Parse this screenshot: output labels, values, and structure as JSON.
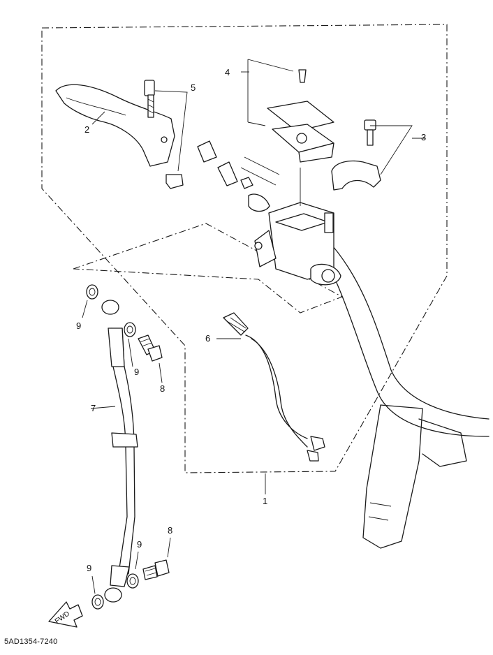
{
  "diagram_code": "5AD1354-7240",
  "fwd_label": "FWD",
  "callouts": {
    "c1": "1",
    "c2": "2",
    "c3": "3",
    "c4": "4",
    "c5": "5",
    "c6": "6",
    "c7": "7",
    "c8a": "8",
    "c8b": "8",
    "c9a": "9",
    "c9b": "9",
    "c9c": "9",
    "c9d": "9"
  }
}
